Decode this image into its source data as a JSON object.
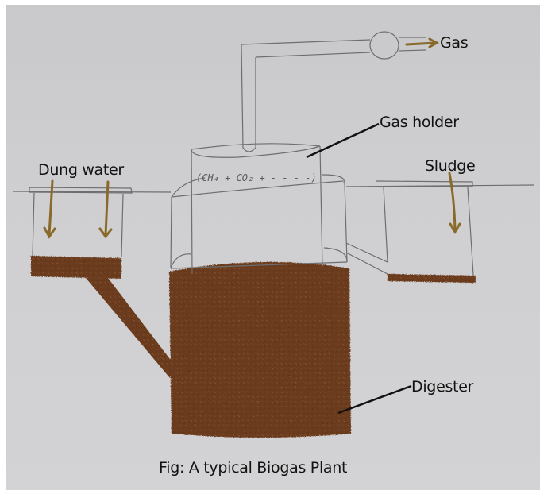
{
  "figure": {
    "caption": "Fig: A typical Biogas Plant",
    "labels": {
      "gas": "Gas",
      "gas_holder": "Gas holder",
      "dung_water": "Dung water",
      "sludge": "Sludge",
      "digester": "Digester"
    },
    "gas_holder_contents": "(CH₄ + CO₂ + - - - -)",
    "colors": {
      "paper": "#cfcfd1",
      "slurry": "#6b3a1f",
      "arrow": "#8a6a2a",
      "pencil": "#6e6e70",
      "leader": "#111111"
    }
  }
}
